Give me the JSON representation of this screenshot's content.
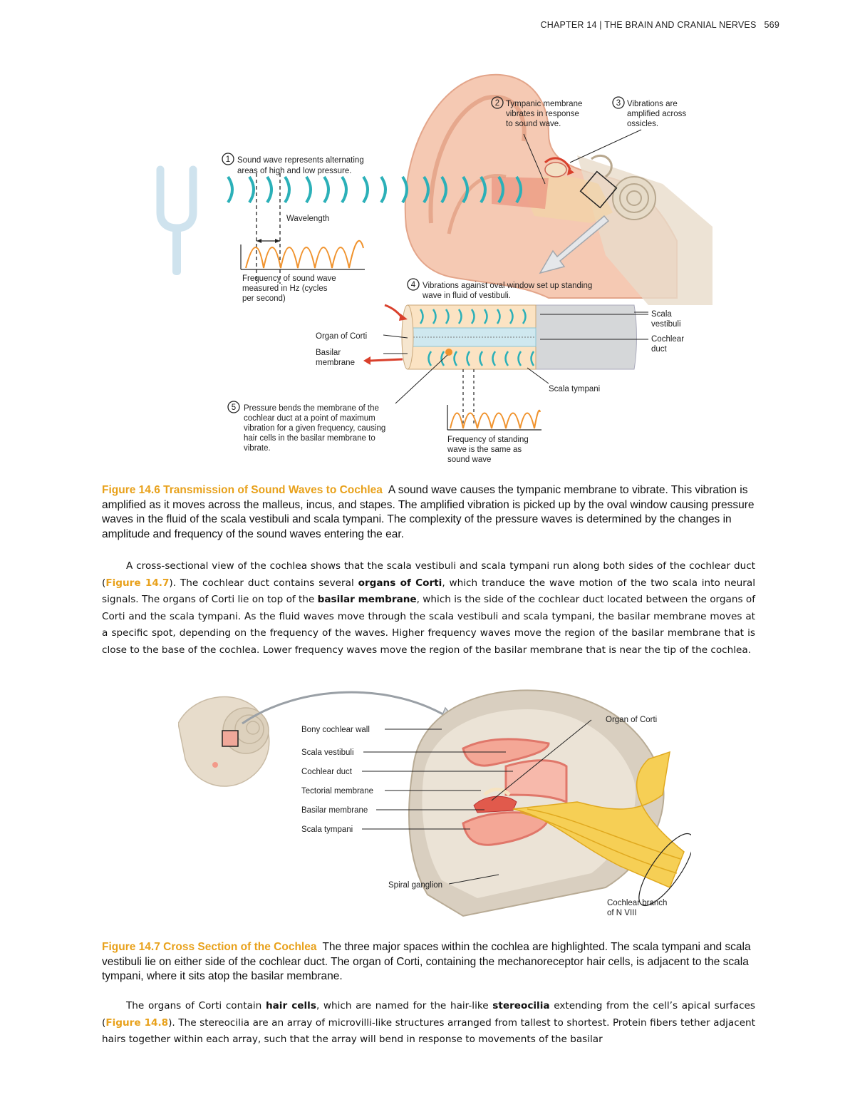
{
  "header": {
    "text": "CHAPTER 14 | THE BRAIN AND CRANIAL NERVES",
    "page": "569"
  },
  "figure1": {
    "step1_num": "1",
    "step1_line1": "Sound wave represents alternating",
    "step1_line2": "areas of high and low pressure.",
    "wavelength": "Wavelength",
    "freq_line1": "Frequency of sound wave",
    "freq_line2": "measured in Hz (cycles",
    "freq_line3": "per second)",
    "step2_num": "2",
    "step2_line1": "Tympanic membrane",
    "step2_line2": "vibrates in response",
    "step2_line3": "to sound wave.",
    "step3_num": "3",
    "step3_line1": "Vibrations are",
    "step3_line2": "amplified across",
    "step3_line3": "ossicles.",
    "step4_num": "4",
    "step4_line1": "Vibrations against oval window set up standing",
    "step4_line2": "wave in fluid of vestibuli.",
    "organ_of_corti": "Organ of Corti",
    "basilar_line1": "Basilar",
    "basilar_line2": "membrane",
    "scala_vestibuli_line1": "Scala",
    "scala_vestibuli_line2": "vestibuli",
    "cochlear_duct_line1": "Cochlear",
    "cochlear_duct_line2": "duct",
    "scala_tympani": "Scala tympani",
    "step5_num": "5",
    "step5_line1": "Pressure bends the membrane of the",
    "step5_line2": "cochlear duct at a point of maximum",
    "step5_line3": "vibration for a given frequency, causing",
    "step5_line4": "hair cells in the basilar membrane to",
    "step5_line5": "vibrate.",
    "standing_line1": "Frequency of standing",
    "standing_line2": "wave is the same as",
    "standing_line3": "sound wave"
  },
  "caption1": {
    "label": "Figure 14.6 Transmission of Sound Waves to Cochlea",
    "text": "A sound wave causes the tympanic membrane to vibrate. This vibration is amplified as it moves across the malleus, incus, and stapes. The amplified vibration is picked up by the oval window causing pressure waves in the fluid of the scala vestibuli and scala tympani. The complexity of the pressure waves is determined by the changes in amplitude and frequency of the sound waves entering the ear."
  },
  "para1": {
    "t1": "A cross-sectional view of the cochlea shows that the scala vestibuli and scala tympani run along both sides of the cochlear duct (",
    "ref1": "Figure 14.7",
    "t2": "). The cochlear duct contains several ",
    "b1": "organs of Corti",
    "t3": ", which tranduce the wave motion of the two scala into neural signals. The organs of Corti lie on top of the ",
    "b2": "basilar membrane",
    "t4": ", which is the side of the cochlear duct located between the organs of Corti and the scala tympani. As the fluid waves move through the scala vestibuli and scala tympani, the basilar membrane moves at a specific spot, depending on the frequency of the waves. Higher frequency waves move the region of the basilar membrane that is close to the base of the cochlea. Lower frequency waves move the region of the basilar membrane that is near the tip of the cochlea."
  },
  "figure2": {
    "bony_wall": "Bony cochlear wall",
    "scala_vestibuli": "Scala vestibuli",
    "cochlear_duct": "Cochlear duct",
    "tectorial": "Tectorial membrane",
    "basilar": "Basilar membrane",
    "scala_tympani": "Scala tympani",
    "spiral_ganglion": "Spiral ganglion",
    "organ_of_corti": "Organ of Corti",
    "branch_line1": "Cochlear branch",
    "branch_line2": "of N VIII"
  },
  "caption2": {
    "label": "Figure 14.7 Cross Section of the Cochlea",
    "text": "The three major spaces within the cochlea are highlighted. The scala tympani and scala vestibuli lie on either side of the cochlear duct. The organ of Corti, containing the mechanoreceptor hair cells, is adjacent to the scala tympani, where it sits atop the basilar membrane."
  },
  "para2": {
    "t1": "The organs of Corti contain ",
    "b1": "hair cells",
    "t2": ", which are named for the hair-like ",
    "b2": "stereocilia",
    "t3": " extending from the cell’s apical surfaces (",
    "ref1": "Figure 14.8",
    "t4": "). The stereocilia are an array of microvilli-like structures arranged from tallest to shortest. Protein fibers tether adjacent hairs together within each array, such that the array will bend in response to movements of the basilar"
  },
  "colors": {
    "accent": "#e8a11b",
    "wave": "#2bb0b8",
    "skin": "#f2b9a0",
    "bone": "#d9cfc0",
    "nerve": "#f2c84b",
    "red": "#d9402c"
  }
}
